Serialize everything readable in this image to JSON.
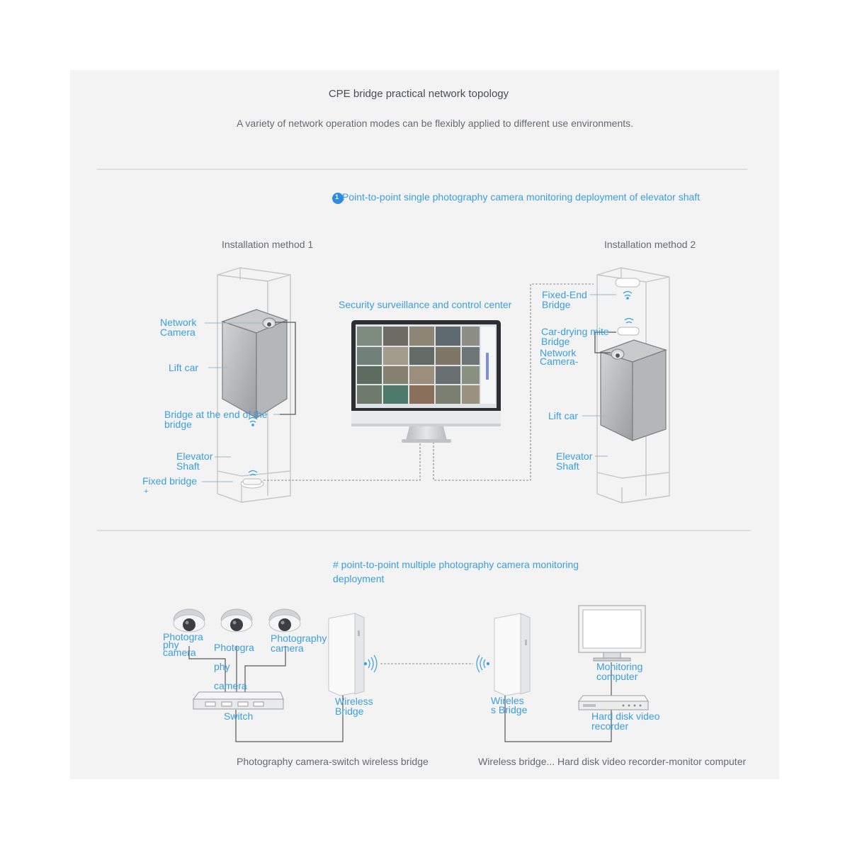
{
  "header": {
    "title": "CPE bridge practical network topology",
    "subtitle": "A variety of network operation modes can be flexibly applied to different use environments."
  },
  "section1": {
    "badge": "1",
    "heading": "Point-to-point single photography camera monitoring deployment of elevator shaft",
    "center_label": "Security surveillance and control center",
    "method1": {
      "title": "Installation method 1",
      "network_camera": [
        "Network",
        "Camera"
      ],
      "lift_car": "Lift car",
      "bridge_end": [
        "Bridge at the end of the",
        "bridge"
      ],
      "elevator_shaft": [
        "Elevator",
        "Shaft"
      ],
      "fixed_bridge": "Fixed bridge",
      "plus": "+"
    },
    "method2": {
      "title": "Installation method 2",
      "fixed_end_bridge": [
        "Fixed-End",
        "Bridge"
      ],
      "car_drying_bridge": [
        "Car-drying mite",
        "Bridge"
      ],
      "network_camera": [
        "Network",
        "Camera-"
      ],
      "lift_car": "Lift car",
      "elevator_shaft": [
        "Elevator",
        "Shaft"
      ]
    }
  },
  "section2": {
    "heading": [
      "# point-to-point multiple photography camera monitoring",
      "deployment"
    ],
    "camera1": [
      "Photogra",
      "phy",
      "camera"
    ],
    "camera2": [
      "Photogra",
      "phy",
      "camera"
    ],
    "camera3": [
      "Photography",
      "camera"
    ],
    "switch": "Switch",
    "wireless_bridge_left": [
      "Wireless",
      "Bridge"
    ],
    "wireless_bridge_right": [
      "Wireles",
      "s Bridge"
    ],
    "monitoring_computer": [
      "Monitoring",
      "computer"
    ],
    "hdd_recorder": [
      "Hard disk video",
      "recorder"
    ],
    "caption_left": "Photography camera-switch wireless bridge",
    "caption_right": "Wireless bridge... Hard disk video recorder-monitor computer"
  },
  "colors": {
    "accent": "#3a9ee0",
    "text_gray": "#666a6e",
    "panel": "#f3f3f4"
  }
}
